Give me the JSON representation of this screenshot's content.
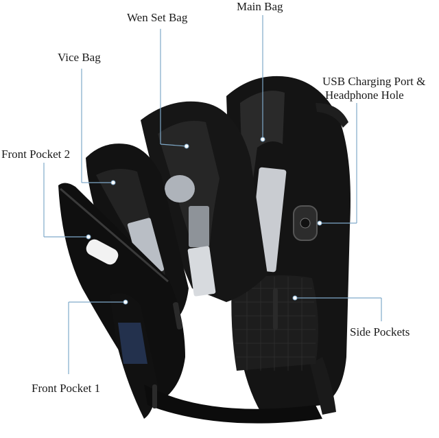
{
  "image": {
    "subject": "backpack-with-callouts",
    "colors": {
      "background": "#ffffff",
      "bag": "#141414",
      "bag_highlight": "#2e2e2e",
      "callout_line": "#7fa9c9",
      "label_text": "#1a1a1a"
    }
  },
  "labels": {
    "wen_set_bag": "Wen Set Bag",
    "main_bag": "Main Bag",
    "vice_bag": "Vice Bag",
    "usb_port_line1": "USB Charging Port &",
    "usb_port_line2": "Headphone Hole",
    "front_pocket_2": "Front Pocket 2",
    "side_pockets": "Side Pockets",
    "front_pocket_1": "Front Pocket 1"
  }
}
